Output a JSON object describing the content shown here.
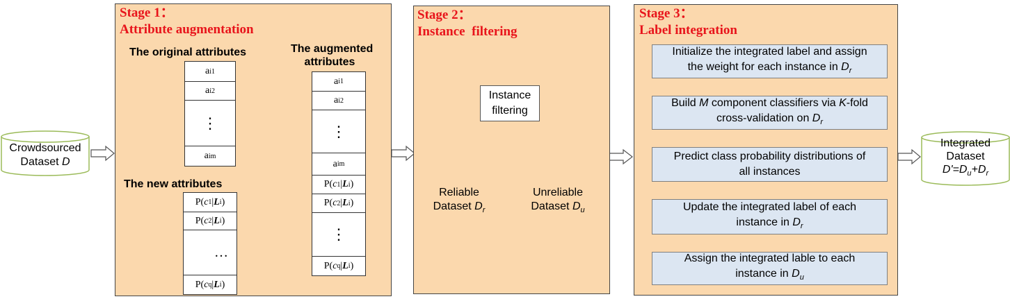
{
  "input_dataset": {
    "line1": "Crowdsourced",
    "line2_prefix": "Dataset ",
    "line2_var": "D"
  },
  "stage1": {
    "title_line1": "Stage 1：",
    "title_line2": "Attribute augmentation",
    "original_heading": "The original attributes",
    "augmented_heading_line1": "The augmented",
    "augmented_heading_line2": "attributes",
    "new_heading": "The new attributes",
    "original_cells": [
      {
        "base": "a",
        "sub": "i1"
      },
      {
        "base": "a",
        "sub": "i2"
      },
      {
        "ellipsis": "⋮"
      },
      {
        "base": "a",
        "sub": "im"
      }
    ],
    "new_cells": [
      {
        "p": "P(",
        "c": "c",
        "cs": "1",
        "bar": "|",
        "L": "L",
        "ls": "i",
        "close": ")"
      },
      {
        "p": "P(",
        "c": "c",
        "cs": "2",
        "bar": "|",
        "L": "L",
        "ls": "i",
        "close": ")"
      },
      {
        "ellipsis": "…"
      },
      {
        "p": "P(",
        "c": "c",
        "cs": "q",
        "bar": "|",
        "L": "L",
        "ls": "i",
        "close": ")"
      }
    ],
    "augmented_cells": [
      {
        "base": "a",
        "sub": "i1"
      },
      {
        "base": "a",
        "sub": "i2"
      },
      {
        "ellipsis": "⋮"
      },
      {
        "base": "a",
        "sub": "im"
      },
      {
        "p": "P(",
        "c": "c",
        "cs": "1",
        "bar": "|",
        "L": "L",
        "ls": "i",
        "close": ")"
      },
      {
        "p": "P(",
        "c": "c",
        "cs": "2",
        "bar": "|",
        "L": "L",
        "ls": "i",
        "close": ")"
      },
      {
        "ellipsis": "⋮"
      },
      {
        "p": "P(",
        "c": "c",
        "cs": "q",
        "bar": "|",
        "L": "L",
        "ls": "i",
        "close": ")"
      }
    ]
  },
  "stage2": {
    "title_line1": "Stage 2：",
    "title_line2": "Instance  filtering",
    "filter_line1": "Instance",
    "filter_line2": "filtering",
    "reliable": {
      "line1": "Reliable",
      "line2_prefix": "Dataset ",
      "var": "D",
      "sub": "r"
    },
    "unreliable": {
      "line1": "Unreliable",
      "line2_prefix": "Dataset ",
      "var": "D",
      "sub": "u"
    }
  },
  "stage3": {
    "title_line1": "Stage 3：",
    "title_line2": "Label integration",
    "steps": [
      {
        "line1": "Initialize the integrated label and assign",
        "line2_prefix": "the weight for each instance in ",
        "var": "D",
        "sub": "r"
      },
      {
        "line1_a": "Build ",
        "line1_var": "M",
        "line1_b": " component classifiers via ",
        "line1_var2": "K",
        "line1_c": "-fold",
        "line2_prefix": "cross-validation on ",
        "var": "D",
        "sub": "r"
      },
      {
        "line1": "Predict class probability distributions of",
        "line2_prefix": "all instances",
        "var": "",
        "sub": ""
      },
      {
        "line1": "Update the integrated label of each",
        "line2_prefix": "instance in ",
        "var": "D",
        "sub": "r"
      },
      {
        "line1": "Assign the integrated lable to each",
        "line2_prefix": "instance in ",
        "var": "D",
        "sub": "u"
      }
    ]
  },
  "output_dataset": {
    "line1": "Integrated",
    "line2": "Dataset",
    "line3": "D'=D",
    "line3_sub1": "u",
    "line3_plus": "+D",
    "line3_sub2": "r"
  },
  "colors": {
    "stage_fill": "#fbd8ad",
    "title_red": "#e8141b",
    "step_fill": "#dce6f2",
    "cylinder_stroke": "#9bbb59"
  }
}
